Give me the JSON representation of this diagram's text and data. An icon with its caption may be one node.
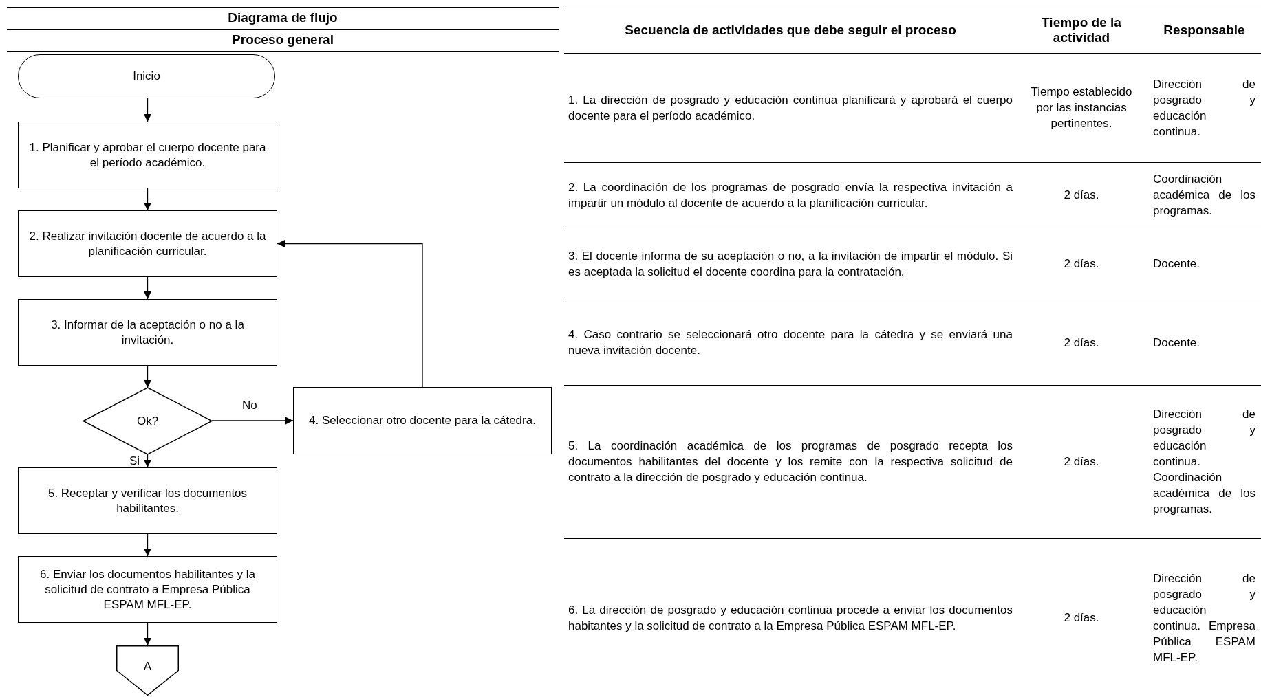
{
  "diagram": {
    "title": "Diagrama de flujo",
    "nodes": [
      {
        "text": [
          "Inicio"
        ]
      },
      {
        "text": [
          "1. Planificar y aprobar el cuerpo docente para el período académico."
        ]
      },
      {
        "text": [
          "2. Realizar invitación docente de acuerdo a la planificación curricular."
        ]
      },
      {
        "text": [
          "3. Informar de la aceptación o no a la invitación."
        ]
      },
      {
        "text": [
          "Ok?"
        ]
      },
      {
        "text": [
          "4. Seleccionar otro docente para la cátedra."
        ]
      },
      {
        "text": [
          "5. Receptar y verificar los documentos habilitantes."
        ]
      },
      {
        "text": [
          "6. Enviar los documentos habilitantes y la solicitud de contrato a Empresa Pública ESPAM MFL-EP."
        ]
      },
      {
        "text": [
          "A"
        ]
      }
    ],
    "edges": [
      {
        "from": 0,
        "to": 1,
        "arrow": "to"
      },
      {
        "from": 1,
        "to": 2,
        "arrow": "to"
      },
      {
        "from": 2,
        "to": 3,
        "arrow": "to"
      },
      {
        "from": 3,
        "to": 4,
        "arrow": "to"
      },
      {
        "from": 4,
        "to": 5,
        "arrow": "to",
        "label": "No"
      },
      {
        "from": 4,
        "to": 6,
        "arrow": "to",
        "label": "Si"
      },
      {
        "from": 6,
        "to": 7,
        "arrow": "to"
      },
      {
        "from": 7,
        "to": 8,
        "arrow": "to"
      },
      {
        "from": 5,
        "to": 2,
        "arrow": "to"
      }
    ],
    "labels": [
      "Proceso general",
      "Secuencia de actividades que debe seguir el proceso",
      "Tiempo de la actividad",
      "Responsable",
      "1. La dirección de posgrado y educación continua planificará y aprobará el cuerpo docente para el período académico.",
      "Tiempo establecido por las instancias pertinentes.",
      "Dirección de posgrado y educación continua.",
      "2. La coordinación de los programas de posgrado envía la respectiva invitación a impartir un módulo al docente de acuerdo a la planificación curricular.",
      "2 días.",
      "Coordinación académica de los programas.",
      "3. El docente informa de su aceptación o no, a la invitación de impartir el módulo. Si es aceptada la solicitud el docente coordina para la contratación.",
      "2 días.",
      "Docente.",
      "4. Caso contrario se seleccionará otro docente para la cátedra y se enviará una nueva invitación docente.",
      "2 días.",
      "Docente.",
      "5. La coordinación académica de los programas de posgrado recepta los documentos habilitantes del docente y los remite con la respectiva solicitud de contrato a la dirección de posgrado y educación continua.",
      "2 días.",
      "Dirección de posgrado y educación continua. Coordinación académica de los programas.",
      "6. La dirección de posgrado y educación continua procede a enviar los documentos habitantes y la solicitud de contrato a la Empresa Pública ESPAM MFL-EP.",
      "2 días.",
      "Dirección de posgrado y educación continua. Empresa Pública ESPAM MFL-EP."
    ]
  }
}
